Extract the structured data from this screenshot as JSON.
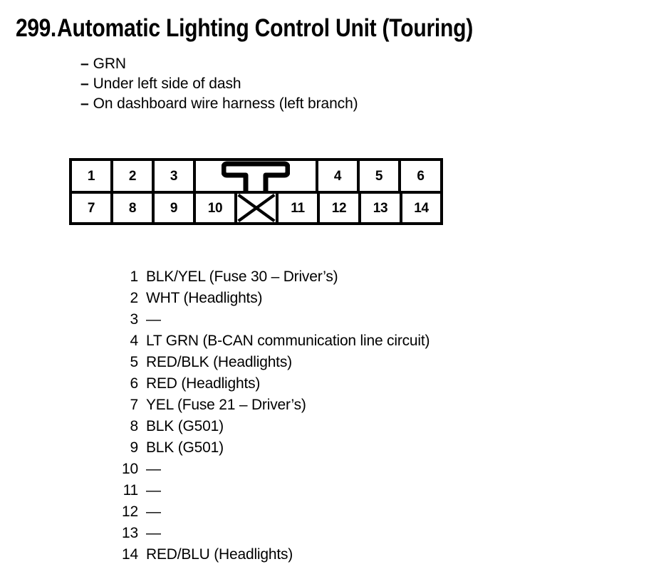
{
  "page": {
    "background_color": "#ffffff",
    "ink_color": "#000000"
  },
  "header": {
    "number": "299.",
    "title": "Automatic Lighting Control Unit (Touring)"
  },
  "notes": {
    "dash": "–",
    "items": [
      "GRN",
      "Under left side of dash",
      "On dashboard wire harness (left branch)"
    ]
  },
  "connector": {
    "total_pins": 14,
    "top_row": [
      "1",
      "2",
      "3",
      "4",
      "5",
      "6"
    ],
    "bottom_row": [
      "7",
      "8",
      "9",
      "10",
      "11",
      "12",
      "13",
      "14"
    ],
    "blank_cell_marker": "X",
    "latch_label": "latch-tab"
  },
  "pin_list": {
    "empty_marker": "—",
    "rows": [
      {
        "pin": "1",
        "desc": "BLK/YEL (Fuse 30 – Driver’s)"
      },
      {
        "pin": "2",
        "desc": "WHT (Headlights)"
      },
      {
        "pin": "3",
        "desc": "—"
      },
      {
        "pin": "4",
        "desc": "LT GRN (B-CAN communication line circuit)"
      },
      {
        "pin": "5",
        "desc": "RED/BLK (Headlights)"
      },
      {
        "pin": "6",
        "desc": "RED (Headlights)"
      },
      {
        "pin": "7",
        "desc": "YEL (Fuse 21 – Driver’s)"
      },
      {
        "pin": "8",
        "desc": "BLK (G501)"
      },
      {
        "pin": "9",
        "desc": "BLK (G501)"
      },
      {
        "pin": "10",
        "desc": "—"
      },
      {
        "pin": "11",
        "desc": "—"
      },
      {
        "pin": "12",
        "desc": "—"
      },
      {
        "pin": "13",
        "desc": "—"
      },
      {
        "pin": "14",
        "desc": "RED/BLU (Headlights)"
      }
    ]
  }
}
